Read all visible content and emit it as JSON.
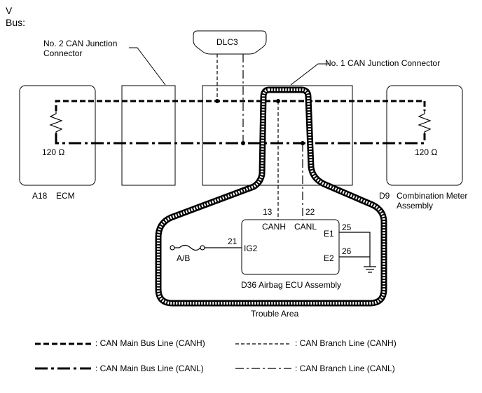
{
  "header": {
    "line1": "V",
    "line2": "Bus:"
  },
  "junctions": {
    "no2": {
      "line1": "No. 2 CAN Junction",
      "line2": "Connector"
    },
    "no1": {
      "label": "No. 1 CAN Junction Connector"
    },
    "dlc3": {
      "label": "DLC3"
    }
  },
  "ecm": {
    "code": "A18",
    "name": "ECM",
    "resistor": "120 Ω"
  },
  "meter": {
    "code": "D9",
    "name_line1": "Combination Meter",
    "name_line2": "Assembly",
    "resistor": "120 Ω"
  },
  "airbag": {
    "code": "D36",
    "name": "Airbag ECU Assembly",
    "pins": {
      "canh_num": "13",
      "canh": "CANH",
      "canl_num": "22",
      "canl": "CANL",
      "ig2_num": "21",
      "ig2": "IG2",
      "e1_num": "25",
      "e1": "E1",
      "e2_num": "26",
      "e2": "E2"
    },
    "fuse": "A/B"
  },
  "trouble_area": "Trouble Area",
  "legend": {
    "main_h": ": CAN Main Bus Line (CANH)",
    "main_l": ": CAN Main Bus Line (CANL)",
    "branch_h": ": CAN Branch Line (CANH)",
    "branch_l": ": CAN Branch Line (CANL)"
  }
}
